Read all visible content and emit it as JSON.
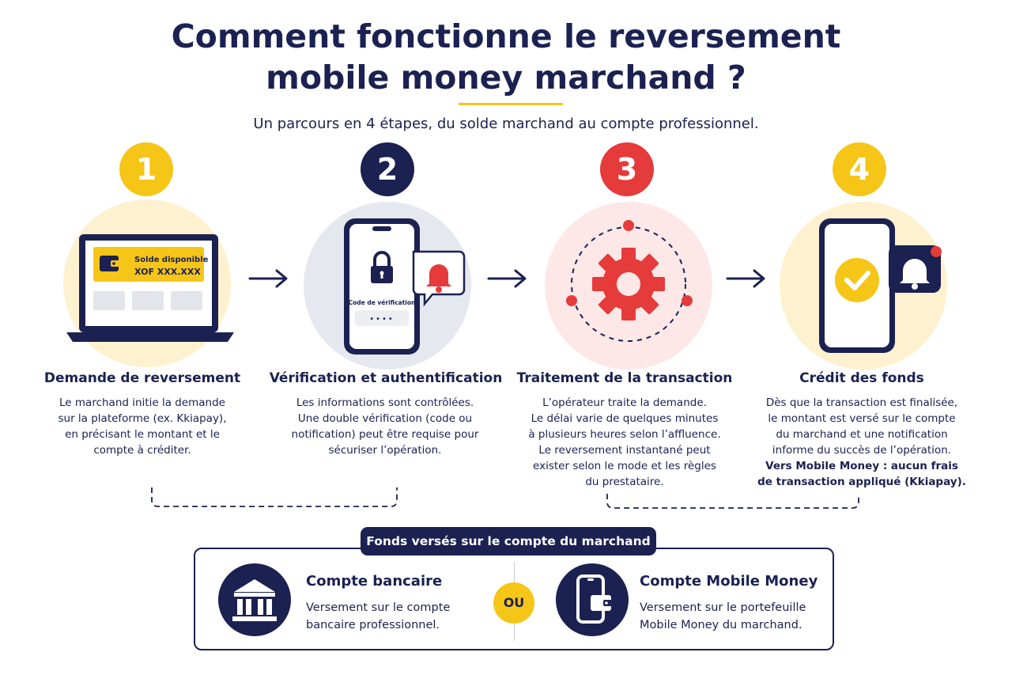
{
  "header": {
    "title_line1": "Comment fonctionne le reversement",
    "title_line2": "mobile money marchand ?",
    "subtitle": "Un parcours en 4 étapes, du solde marchand au compte professionnel."
  },
  "colors": {
    "navy": "#1b2151",
    "yellow": "#f5c518",
    "red": "#e53b3b"
  },
  "steps": [
    {
      "number": "1",
      "icon": "laptop-wallet-icon",
      "title": "Demande de reversement",
      "desc": [
        "Le marchand initie la demande",
        "sur la plateforme (ex. Kkiapay),",
        "en précisant le montant et le",
        "compte à créditer."
      ],
      "screen_label": "Solde disponible",
      "screen_value": "XOF XXX.XXX"
    },
    {
      "number": "2",
      "icon": "phone-lock-icon",
      "title": "Vérification et authentification",
      "desc": [
        "Les informations sont contrôlées.",
        "Une double vérification (code ou",
        "notification) peut être requise pour",
        "sécuriser l’opération."
      ],
      "code_label": "Code de vérification",
      "code_value": "••••"
    },
    {
      "number": "3",
      "icon": "gear-process-icon",
      "title": "Traitement de la transaction",
      "desc": [
        "L’opérateur traite la demande.",
        "Le délai varie de quelques minutes",
        "à plusieurs heures selon l’affluence.",
        "Le reversement instantané peut",
        "exister selon le mode et les règles",
        "du prestataire."
      ]
    },
    {
      "number": "4",
      "icon": "phone-check-icon",
      "title": "Crédit des fonds",
      "desc": [
        "Dès que la transaction est finalisée,",
        "le montant est versé sur le compte",
        "du marchand et une notification",
        "informe du succès de l’opération."
      ],
      "desc_strong": [
        "Vers Mobile Money : aucun frais",
        "de transaction appliqué (Kkiapay)."
      ]
    }
  ],
  "funds": {
    "tag": "Fonds versés sur le compte du marchand",
    "or_label": "OU",
    "accounts": [
      {
        "icon": "bank-icon",
        "title": "Compte bancaire",
        "desc": [
          "Versement sur le compte",
          "bancaire professionnel."
        ]
      },
      {
        "icon": "mobile-wallet-icon",
        "title": "Compte Mobile Money",
        "desc": [
          "Versement sur le portefeuille",
          "Mobile Money du marchand."
        ]
      }
    ]
  }
}
